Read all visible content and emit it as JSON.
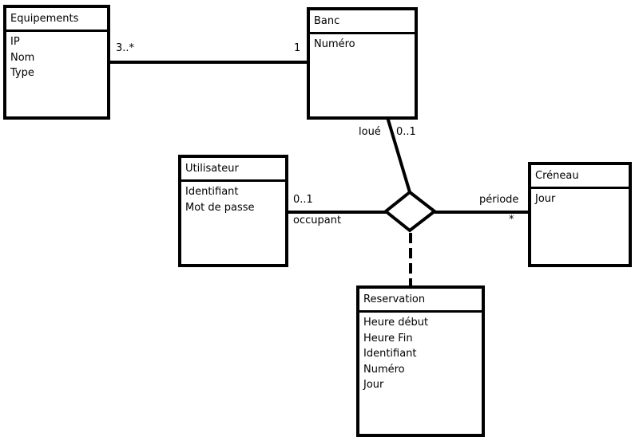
{
  "classes": {
    "equipements": {
      "name": "Equipements",
      "attributes": [
        "IP",
        "Nom",
        "Type"
      ]
    },
    "banc": {
      "name": "Banc",
      "attributes": [
        "Numéro"
      ]
    },
    "utilisateur": {
      "name": "Utilisateur",
      "attributes": [
        "Identifiant",
        "Mot de passe"
      ]
    },
    "creneau": {
      "name": "Créneau",
      "attributes": [
        "Jour"
      ]
    },
    "reservation": {
      "name": "Reservation",
      "attributes": [
        "Heure début",
        "Heure Fin",
        "Identifiant",
        "Numéro",
        "Jour"
      ]
    }
  },
  "associations": {
    "equipements_banc": {
      "equipements_multiplicity": "3..*",
      "banc_multiplicity": "1"
    },
    "banc_role": {
      "role": "loué",
      "multiplicity": "0..1"
    },
    "utilisateur_role": {
      "role": "occupant",
      "multiplicity": "0..1"
    },
    "creneau_role": {
      "role": "période",
      "multiplicity": "*"
    }
  },
  "colors": {
    "stroke": "#000000",
    "background": "#ffffff"
  }
}
